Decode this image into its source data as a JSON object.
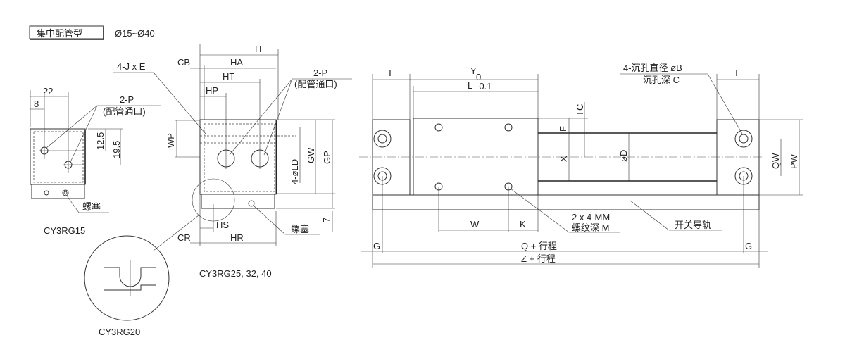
{
  "header": {
    "type_label": "集中配管型",
    "range": "Ø15~Ø40"
  },
  "left_view": {
    "dim_22": "22",
    "dim_8": "8",
    "dim_12_5": "12.5",
    "dim_19_5": "19.5",
    "port_label": "2-P",
    "port_note": "(配管通口)",
    "plug_label": "螺塞",
    "model": "CY3RG15"
  },
  "middle_view": {
    "H": "H",
    "HA": "HA",
    "HT": "HT",
    "HP": "HP",
    "CB": "CB",
    "JE": "4-J x E",
    "port_label": "2-P",
    "port_note": "(配管通口)",
    "WP": "WP",
    "LD": "4-øLD",
    "GW": "GW",
    "GP": "GP",
    "seven": "7",
    "plug_label": "螺塞",
    "HS": "HS",
    "CR": "CR",
    "HR": "HR",
    "model": "CY3RG25, 32, 40"
  },
  "detail_view": {
    "model": "CY3RG20"
  },
  "right_view": {
    "T_left": "T",
    "Y": "Y",
    "L": "L",
    "L_tol_upper": "0",
    "L_tol_lower": "-0.1",
    "TC": "TC",
    "F": "F",
    "X": "X",
    "D": "øD",
    "hole_note1": "4-沉孔直径 øB",
    "hole_note2": "沉孔深 C",
    "T_right": "T",
    "QW": "QW",
    "PW": "PW",
    "W": "W",
    "K": "K",
    "thread_note1": "2 x 4-MM",
    "thread_note2": "螺纹深 M",
    "rail_label": "开关导轨",
    "G_left": "G",
    "G_right": "G",
    "Q": "Q + 行程",
    "Z": "Z + 行程"
  }
}
